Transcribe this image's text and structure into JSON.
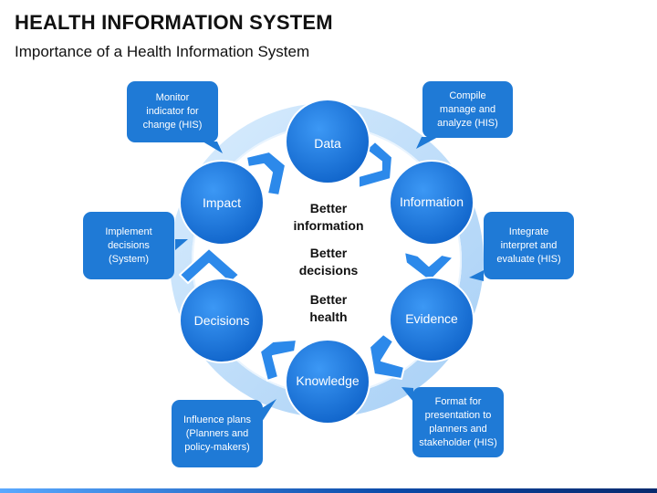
{
  "header": {
    "title": "HEALTH INFORMATION SYSTEM",
    "subtitle": "Importance of a Health Information System"
  },
  "nodes": [
    "Data",
    "Information",
    "Evidence",
    "Knowledge",
    "Decisions",
    "Impact"
  ],
  "center": {
    "lines": [
      "Better\ninformation",
      "Better\ndecisions",
      "Better\nhealth"
    ]
  },
  "callouts": [
    "Monitor\nindicator for\nchange (HIS)",
    "Compile\nmanage and\nanalyze (HIS)",
    "Integrate\ninterpret and\nevaluate (HIS)",
    "Format for\npresentation to\nplanners and\nstakeholder (HIS)",
    "Influence plans\n(Planners and\npolicy-makers)",
    "Implement\ndecisions\n(System)"
  ],
  "colors": {
    "node_fill": "#1b7be0",
    "ring": "#bfe0fb",
    "callout": "#1f7ad6",
    "arrow": "#2c89ea"
  }
}
